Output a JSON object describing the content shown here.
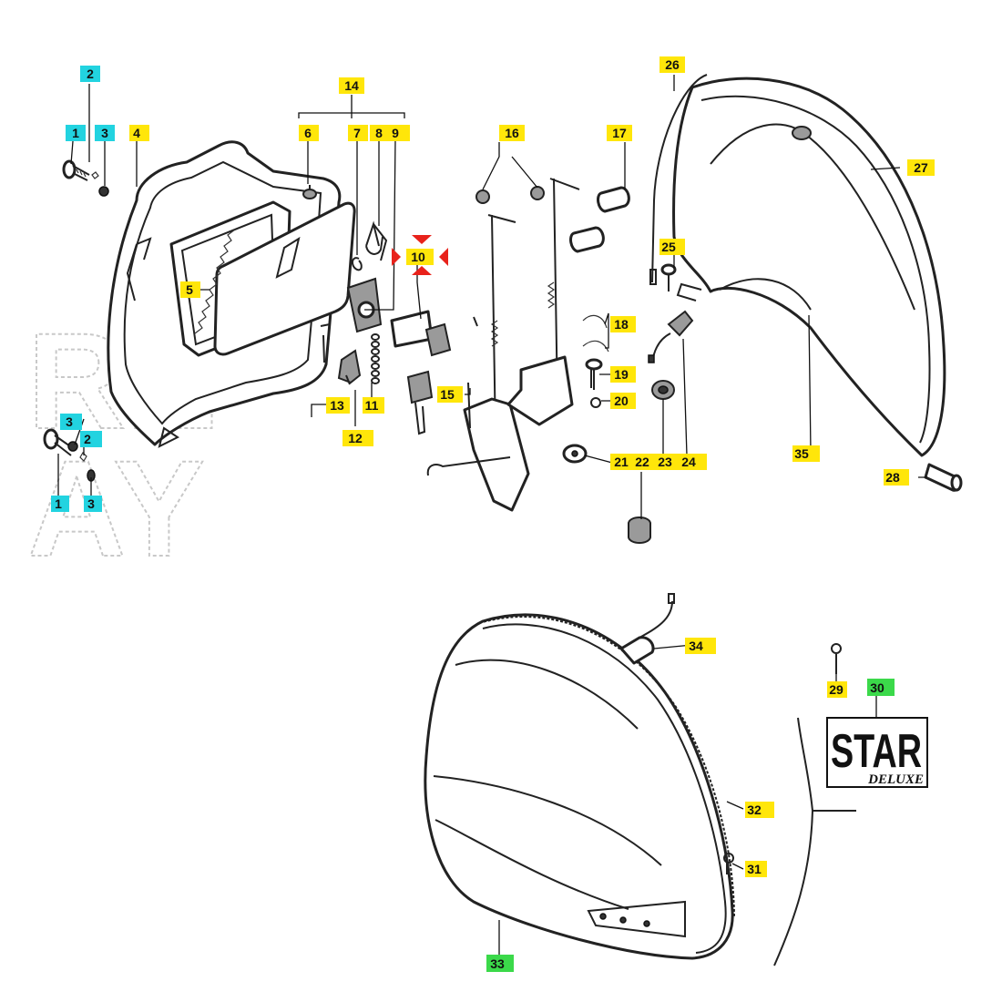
{
  "labels": {
    "l1a": "1",
    "l2a": "2",
    "l3a": "3",
    "l4": "4",
    "l5": "5",
    "l6": "6",
    "l7": "7",
    "l8": "8",
    "l9": "9",
    "l10": "10",
    "l11": "11",
    "l12": "12",
    "l13": "13",
    "l14": "14",
    "l15": "15",
    "l16": "16",
    "l17": "17",
    "l18": "18",
    "l19": "19",
    "l20": "20",
    "l21": "21",
    "l22": "22",
    "l23": "23",
    "l24": "24",
    "l25": "25",
    "l26": "26",
    "l27": "27",
    "l28": "28",
    "l29": "29",
    "l30": "30",
    "l31": "31",
    "l32": "32",
    "l33": "33",
    "l34": "34",
    "l35": "35",
    "l3b": "3",
    "l2b": "2",
    "l1b": "1",
    "l3c": "3"
  },
  "emblem": {
    "title": "STAR",
    "subtitle": "DELUXE"
  },
  "watermark": {
    "line1": "RE",
    "line2": "AY"
  },
  "colors": {
    "label_yellow": "#ffe60a",
    "label_cyan": "#22d3e0",
    "label_green": "#3bd94a",
    "marker_red": "#e8221b"
  }
}
